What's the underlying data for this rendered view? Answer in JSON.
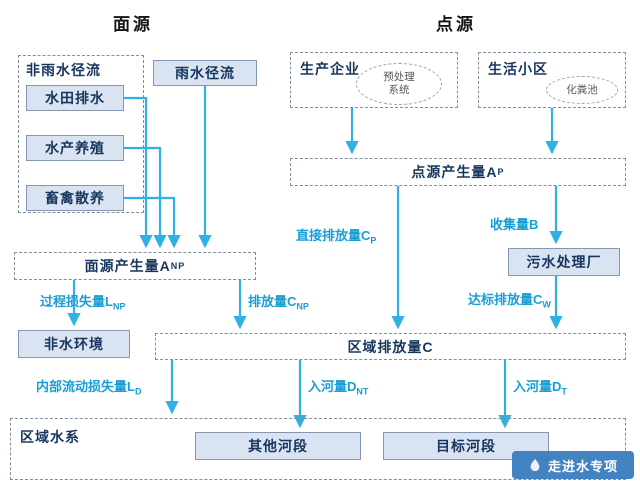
{
  "titles": {
    "area_source": "面源",
    "point_source": "点源"
  },
  "groups": {
    "non_rain_runoff": "非雨水径流",
    "enterprise": "生产企业",
    "residential": "生活小区",
    "regional_water_system": "区域水系"
  },
  "boxes": {
    "paddy_drainage": "水田排水",
    "aquaculture": "水产养殖",
    "livestock": "畜禽散养",
    "rain_runoff": "雨水径流",
    "non_water_env": "非水环境",
    "wwtp": "污水处理厂",
    "other_reach": "其他河段",
    "target_reach": "目标河段"
  },
  "dashed_nodes": {
    "area_production": {
      "text": "面源产生量A",
      "sub": "NP"
    },
    "point_production": {
      "text": "点源产生量A",
      "sub": "P"
    },
    "regional_discharge": {
      "text": "区域排放量C",
      "sub": ""
    }
  },
  "ellipses": {
    "pretreatment_line1": "预处理",
    "pretreatment_line2": "系统",
    "septic_tank": "化粪池"
  },
  "flow_labels": {
    "process_loss": {
      "text": "过程损失量L",
      "sub": "NP"
    },
    "area_discharge": {
      "text": "排放量C",
      "sub": "NP"
    },
    "direct_discharge": {
      "text": "直接排放量C",
      "sub": "P"
    },
    "collection": {
      "text": "收集量B",
      "sub": ""
    },
    "standard_discharge": {
      "text": "达标排放量C",
      "sub": "W"
    },
    "internal_loss": {
      "text": "内部流动损失量L",
      "sub": "D"
    },
    "inflow_other": {
      "text": "入河量D",
      "sub": "NT"
    },
    "inflow_target": {
      "text": "入河量D",
      "sub": "T"
    }
  },
  "watermark": {
    "text": "走进水专项"
  },
  "colors": {
    "arrow": "#2fb1e3",
    "flow_label": "#189ed6",
    "box_fill": "#dae3f1",
    "box_border": "#8496b0",
    "box_text": "#17365d",
    "dash_border": "#848e99",
    "watermark_bg": "#3a7dbf"
  }
}
